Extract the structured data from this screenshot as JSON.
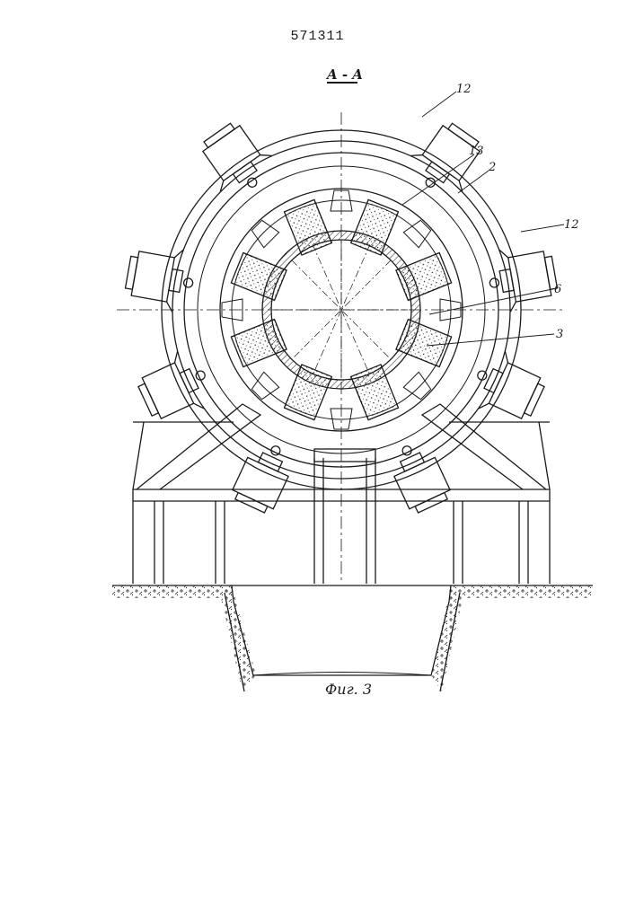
{
  "patent_number": "571311",
  "section_label": "A - A",
  "figure_caption": "Фиг. 3",
  "callouts": [
    {
      "id": "12-top",
      "text": "12"
    },
    {
      "id": "13",
      "text": "13"
    },
    {
      "id": "2",
      "text": "2"
    },
    {
      "id": "12-right",
      "text": "12"
    },
    {
      "id": "6",
      "text": "6"
    },
    {
      "id": "3",
      "text": "3"
    }
  ],
  "line_color": "#1a1a1a"
}
